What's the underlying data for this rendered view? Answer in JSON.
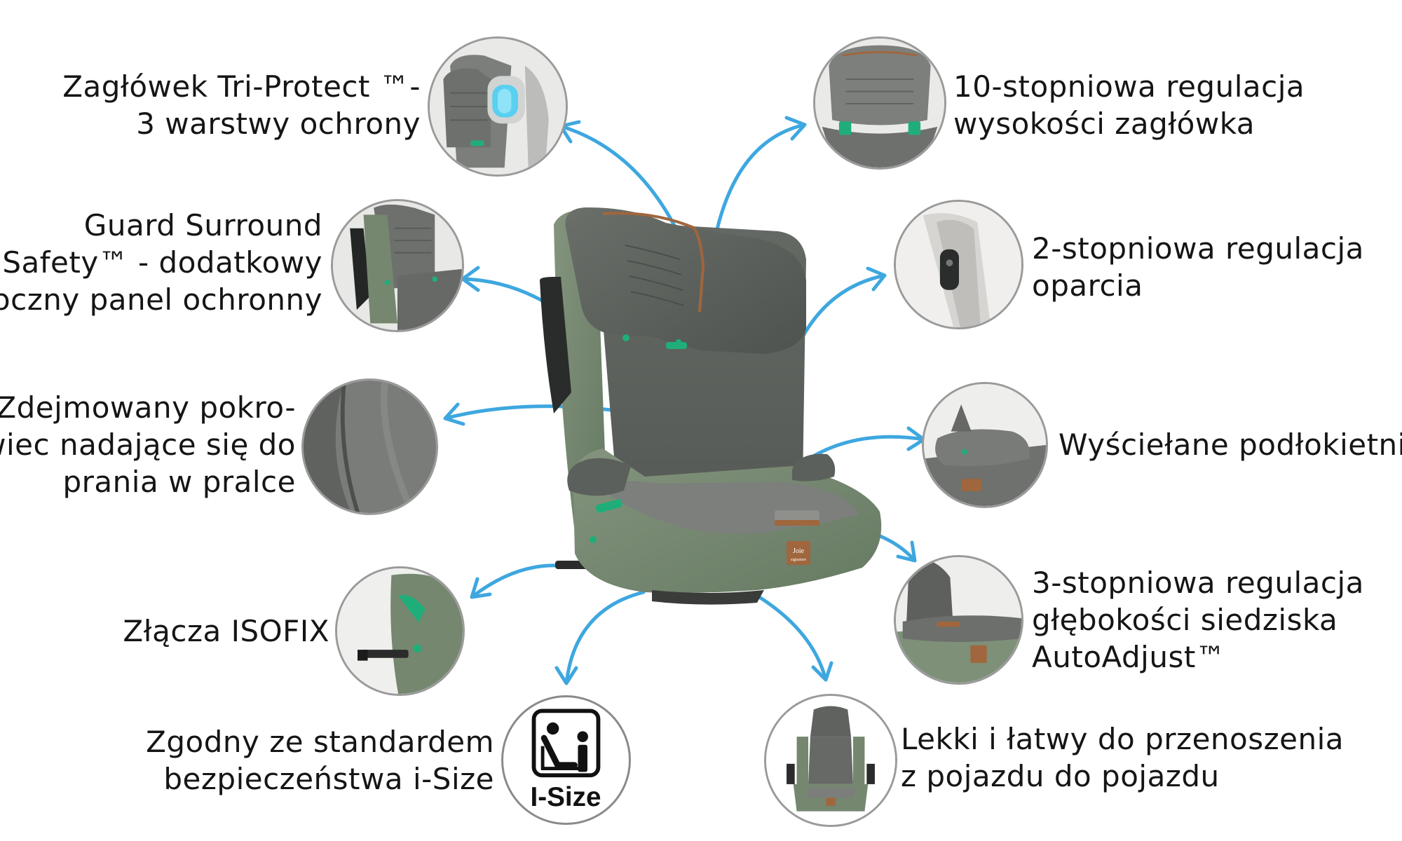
{
  "features": {
    "headrest": {
      "lines": [
        "Zagłówek Tri-Protect ™-",
        "3 warstwy ochrony"
      ],
      "icon": "headrest-tri-protect-icon"
    },
    "height": {
      "lines": [
        "10-stopniowa regulacja",
        "wysokości zagłówka"
      ],
      "icon": "headrest-height-icon"
    },
    "guard": {
      "lines": [
        "Guard Surround",
        "Safety™ - dodatkowy",
        "boczny panel ochronny"
      ],
      "icon": "side-panel-icon"
    },
    "recline": {
      "lines": [
        "2-stopniowa regulacja",
        "oparcia"
      ],
      "icon": "recline-lever-icon"
    },
    "cover": {
      "lines": [
        "Zdejmowany pokro-",
        "wiec nadające się do",
        "prania w pralce"
      ],
      "icon": "fabric-cover-icon"
    },
    "armrest": {
      "lines": [
        "Wyściełane podłokietniki"
      ],
      "icon": "armrest-icon"
    },
    "isofix": {
      "lines": [
        "Złącza ISOFIX"
      ],
      "icon": "isofix-connector-icon"
    },
    "depth": {
      "lines": [
        "3-stopniowa regulacja",
        "głębokości siedziska",
        "AutoAdjust™"
      ],
      "icon": "seat-depth-icon"
    },
    "isize": {
      "lines": [
        "Zgodny ze standardem",
        "bezpieczeństwa i-Size"
      ],
      "icon": "i-size-icon",
      "badge_text": "I-Size"
    },
    "portable": {
      "lines": [
        "Lekki i łatwy do przenoszenia",
        "z pojazdu do pojazdu"
      ],
      "icon": "portable-seat-icon"
    }
  },
  "seat_badge": {
    "line1": "Joie",
    "line2": "signature"
  },
  "colors": {
    "arrow": "#3ea7df",
    "fabric_dark": "#5d615c",
    "fabric_green": "#75876f",
    "accent_green": "#1fae7a",
    "leather": "#a0663d",
    "circle_border": "#9a9a9a"
  }
}
